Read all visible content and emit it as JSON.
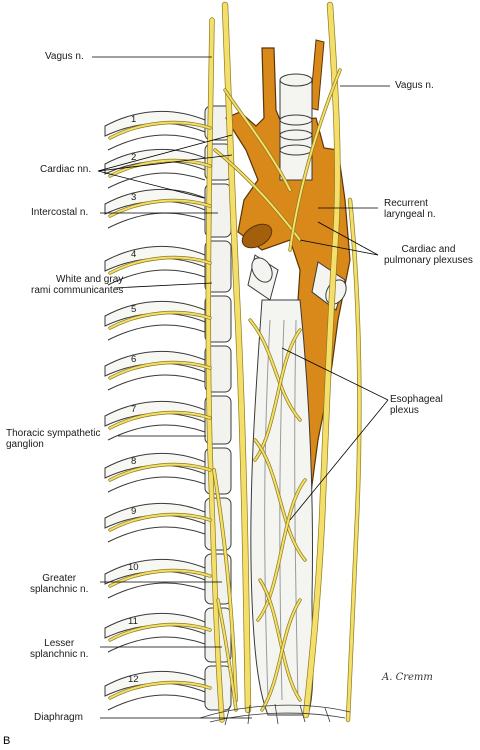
{
  "labels": {
    "vagus_left": "Vagus n.",
    "vagus_right": "Vagus n.",
    "cardiac": "Cardiac nn.",
    "intercostal": "Intercostal n.",
    "rami": "White and gray\nrami communicantes",
    "thoracic_ganglion": "Thoracic sympathetic\nganglion",
    "greater_splanchnic": "Greater\nsplanchnic n.",
    "lesser_splanchnic": "Lesser\nsplanchnic n.",
    "diaphragm": "Diaphragm",
    "recurrent": "Recurrent\nlaryngeal n.",
    "cardiac_pulmonary": "Cardiac and\npulmonary plexuses",
    "esophageal": "Esophageal\nplexus"
  },
  "rib_numbers": [
    "1",
    "2",
    "3",
    "4",
    "5",
    "6",
    "7",
    "8",
    "9",
    "10",
    "11",
    "12"
  ],
  "signature": "A. Cremm",
  "panel_letter": "B",
  "colors": {
    "nerve": "#f3df6a",
    "nerve_outline": "#8c7a1e",
    "vessel": "#d9881a",
    "vessel_outline": "#5a3508",
    "bone": "#f7f7f4",
    "ink": "#3a3a3a"
  }
}
